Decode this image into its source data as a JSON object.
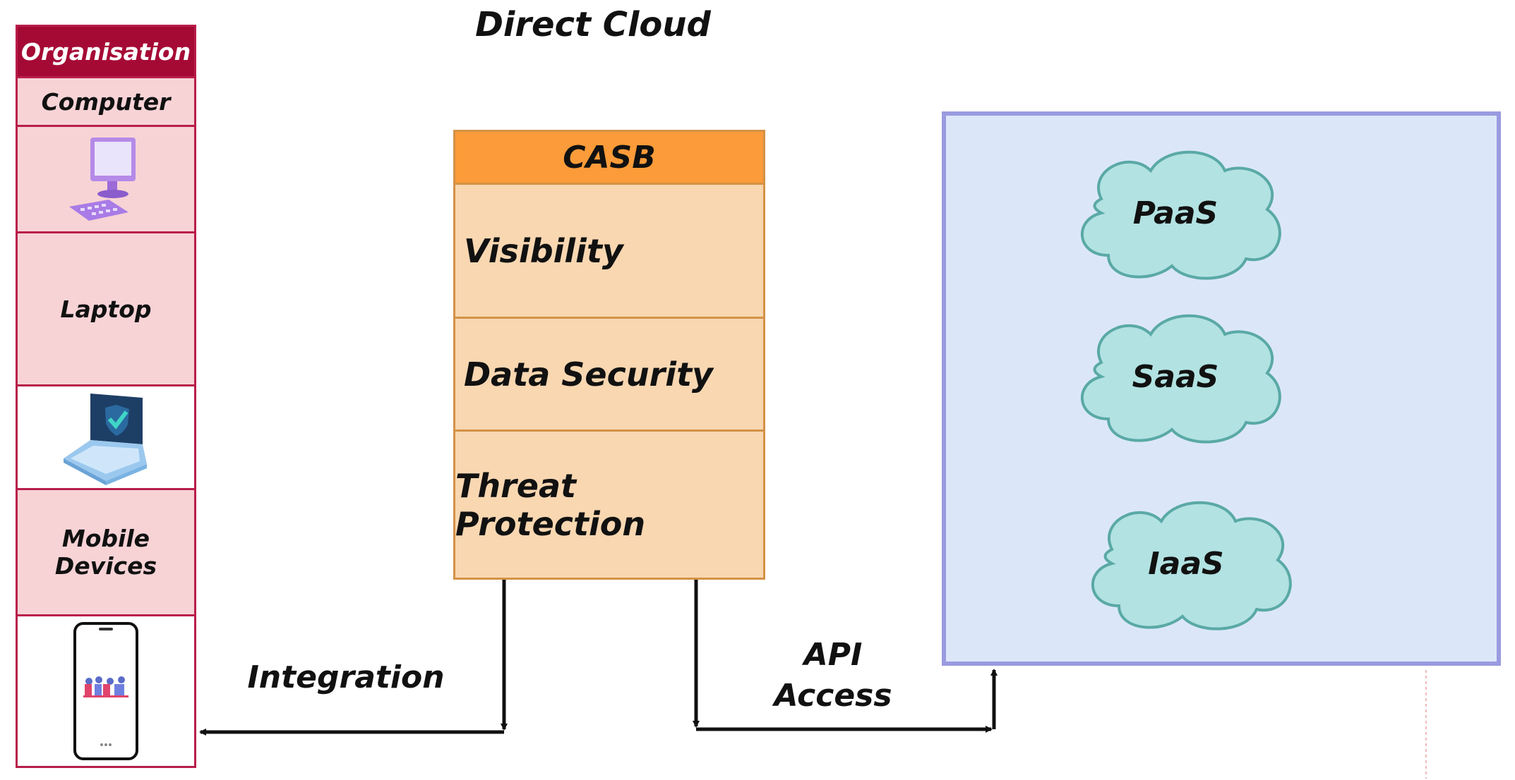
{
  "title": "Direct Cloud",
  "organisation": {
    "header": "Organisation",
    "computer_label": "Computer",
    "laptop_label": "Laptop",
    "mobile_label_line1": "Mobile",
    "mobile_label_line2": "Devices"
  },
  "casb": {
    "header": "CASB",
    "rows": [
      "Visibility",
      "Data Security",
      "Threat Protection"
    ]
  },
  "cloud_services": [
    "PaaS",
    "SaaS",
    "IaaS"
  ],
  "edges": {
    "integration": "Integration",
    "api_line1": "API",
    "api_line2": "Access"
  },
  "colors": {
    "org_header": "#a50a35",
    "org_cell": "#f7d3d6",
    "casb_header": "#fb9b39",
    "casb_cell": "#f8d7b1",
    "cloud_fill": "#b2e2e2",
    "cloud_box": "#dbe7f9"
  }
}
